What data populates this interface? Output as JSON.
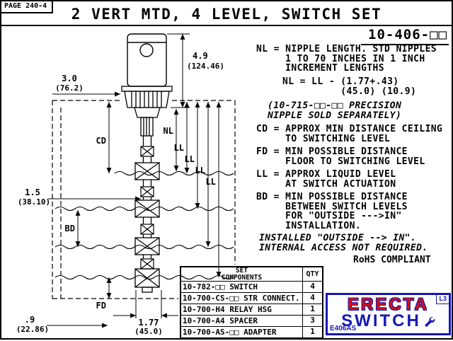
{
  "page": {
    "label": "PAGE 240-4",
    "title": "2 VERT MTD, 4 LEVEL, SWITCH SET",
    "part_number": "10-406-□□"
  },
  "diagram": {
    "labels": {
      "nl": "NL",
      "ll": "LL",
      "cd": "CD",
      "bd": "BD",
      "fd": "FD"
    },
    "dims": {
      "housing_height_in": "4.9",
      "housing_height_mm": "(124.46)",
      "flange_width_in": "3.0",
      "flange_width_mm": "(76.2)",
      "float_spacing_in": "1.5",
      "float_spacing_mm": "(38.10)",
      "floor_offset_in": ".9",
      "floor_offset_mm": "(22.86)",
      "switch_offset_in": "1.77",
      "switch_offset_mm": "(45.0)"
    }
  },
  "notes": [
    {
      "text": "NL = NIPPLE LENGTH. STD NIPPLES\n     1 TO 70 INCHES IN 1 INCH\n     INCREMENT LENGTHS",
      "style": "normal"
    },
    {
      "text": "NL = LL - (1.77+.43)\n          (45.0) (10.9)",
      "style": "normal"
    },
    {
      "text": "(10-715-□□-□□ PRECISION\nNIPPLE SOLD SEPARATELY)",
      "style": "italic"
    },
    {
      "text": "CD = APPROX MIN DISTANCE CEILING\n     TO SWITCHING LEVEL",
      "style": "normal"
    },
    {
      "text": "FD = MIN POSSIBLE DISTANCE\n     FLOOR TO SWITCHING LEVEL",
      "style": "normal"
    },
    {
      "text": "LL = APPROX LIQUID LEVEL\n     AT SWITCH ACTUATION",
      "style": "normal"
    },
    {
      "text": "BD = MIN POSSIBLE DISTANCE\n     BETWEEN SWITCH LEVELS\n     FOR \"OUTSIDE --->IN\"\n     INSTALLATION.",
      "style": "normal"
    },
    {
      "text": "INSTALLED \"OUTSIDE --> IN\".\nINTERNAL ACCESS NOT REQUIRED.",
      "style": "italic"
    },
    {
      "text": "RoHS COMPLIANT",
      "style": "normal"
    }
  ],
  "components_table": {
    "header": {
      "col1": "SET\nCOMPONENTS",
      "col2": "QTY"
    },
    "rows": [
      {
        "part": "10-782-□□ SWITCH",
        "qty": "4"
      },
      {
        "part": "10-700-CS-□□ STR CONNECT.",
        "qty": "4"
      },
      {
        "part": "10-700-H4 RELAY HSG",
        "qty": "1"
      },
      {
        "part": "10-700-A4 SPACER",
        "qty": "3"
      },
      {
        "part": "10-700-AS-□□ ADAPTER",
        "qty": "1"
      }
    ]
  },
  "logo": {
    "brand_top": "ERECTA",
    "brand_bottom": "SWITCH",
    "corner_code": "L3",
    "part_code": "E406AS",
    "colors": {
      "red": "#cf1212",
      "blue": "#1717b4"
    }
  }
}
